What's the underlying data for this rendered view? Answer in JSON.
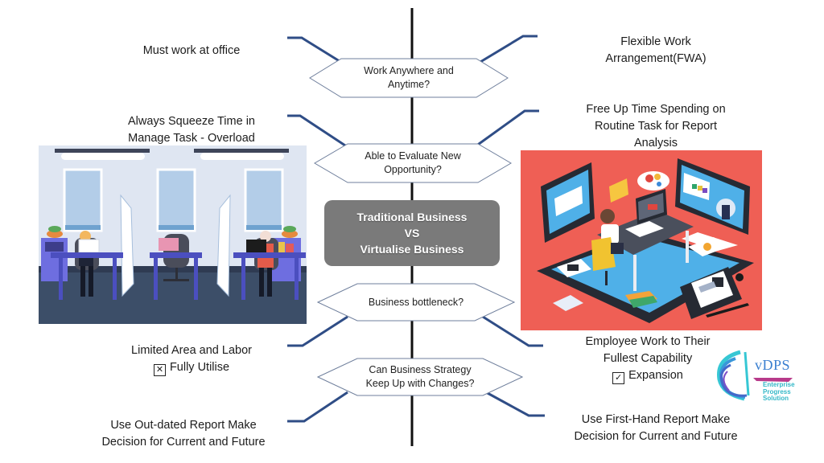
{
  "center": {
    "line1": "Traditional  Business",
    "line2": "VS",
    "line3": "Virtualise  Business"
  },
  "questions": [
    {
      "line1": "Work Anywhere and",
      "line2": "Anytime?"
    },
    {
      "line1": "Able to Evaluate New",
      "line2": "Opportunity?"
    },
    {
      "line1": "Business bottleneck?",
      "line2": ""
    },
    {
      "line1": "Can Business Strategy",
      "line2": "Keep Up with Changes?"
    }
  ],
  "traditional": {
    "q1": [
      "Must work at office"
    ],
    "q2": [
      "Always Squeeze Time in",
      "Manage Task - Overload"
    ],
    "q3": {
      "line1": "Limited Area and Labor",
      "mark_icon": "ballot-box-x-icon",
      "mark": "☒",
      "line2": "Fully Utilise"
    },
    "q4": [
      "Use Out-dated Report Make",
      "Decision for Current and Future"
    ]
  },
  "virtual": {
    "q1": [
      "Flexible Work",
      "Arrangement(FWA)"
    ],
    "q2": [
      "Free Up Time Spending on",
      "Routine Task for Report",
      "Analysis"
    ],
    "q3": {
      "line1": "Employee Work to Their",
      "line1b": "Fullest Capability",
      "mark_icon": "ballot-box-check-icon",
      "mark": "✓",
      "line2": "Expansion"
    },
    "q4": [
      "Use First-Hand Report Make",
      "Decision for Current and Future"
    ]
  },
  "logo": {
    "name": "vDPS",
    "tagline": [
      "Enterprise",
      "Progress",
      "Solution"
    ]
  },
  "colors": {
    "connector": "#2f4d86",
    "spine": "#111111",
    "center_box": "#7a7a7a",
    "office_bg": "#dfe6f2",
    "virtual_bg": "#ef5f55"
  }
}
